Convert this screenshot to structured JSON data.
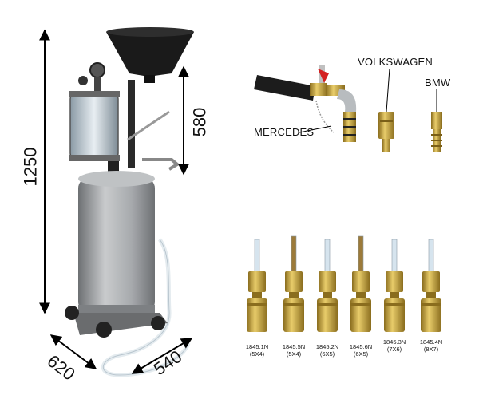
{
  "dimensions": {
    "height_total": "1250",
    "height_top": "580",
    "depth": "620",
    "width": "540"
  },
  "adapters_top": {
    "mercedes": "MERCEDES",
    "volkswagen": "VOLKSWAGEN",
    "bmw": "BMW"
  },
  "probes": [
    {
      "code": "1845.1N",
      "size": "(5X4)"
    },
    {
      "code": "1845.5N",
      "size": "(5X4)"
    },
    {
      "code": "1845.2N",
      "size": "(6X5)"
    },
    {
      "code": "1845.6N",
      "size": "(6X5)"
    },
    {
      "code": "1845.3N",
      "size": "(7X6)"
    },
    {
      "code": "1845.4N",
      "size": "(8X7)"
    }
  ],
  "colors": {
    "tank": "#a6a9ac",
    "tank_dark": "#6d7073",
    "funnel": "#1a1a1a",
    "brass": "#c9a43a",
    "brass_dark": "#8a6d1e",
    "tube": "#d6e4ee"
  }
}
